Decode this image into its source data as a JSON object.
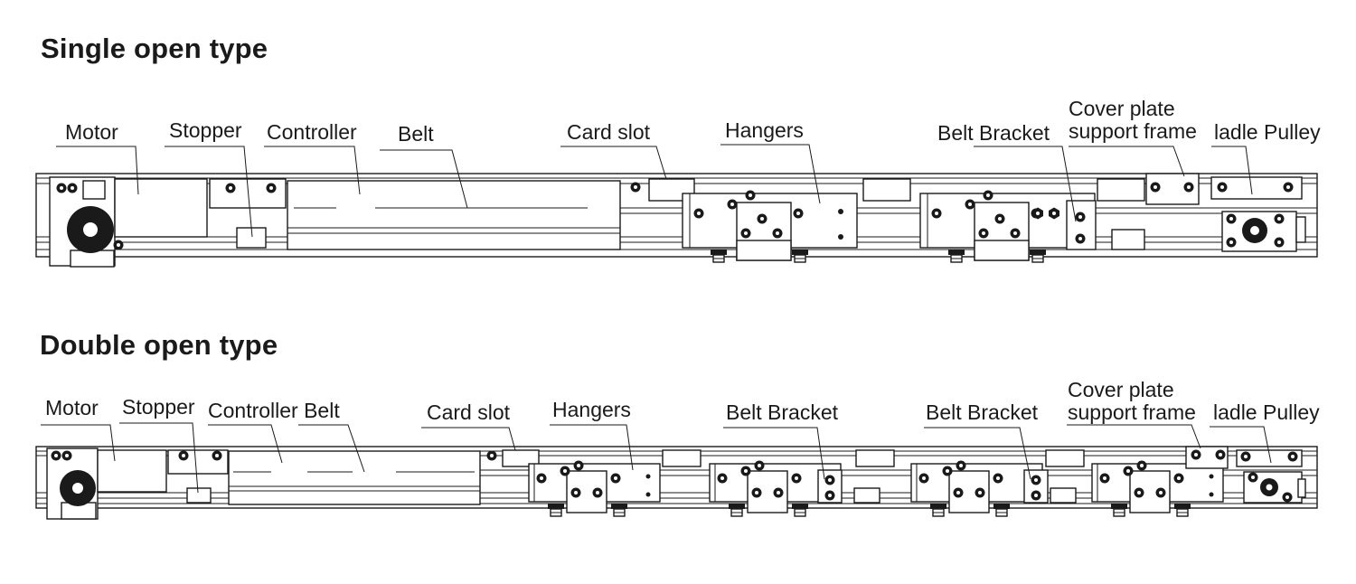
{
  "diagrams": [
    {
      "title": "Single open type",
      "labels": {
        "motor": "Motor",
        "stopper": "Stopper",
        "controller": "Controller",
        "belt": "Belt",
        "card_slot": "Card slot",
        "hangers": "Hangers",
        "belt_bracket": "Belt Bracket",
        "cover_plate": "Cover plate support frame",
        "idle_pulley": "ladle Pulley"
      }
    },
    {
      "title": "Double open type",
      "labels": {
        "motor": "Motor",
        "stopper": "Stopper",
        "controller_belt": "Controller Belt",
        "card_slot": "Card slot",
        "hangers": "Hangers",
        "belt_bracket_1": "Belt Bracket",
        "belt_bracket_2": "Belt Bracket",
        "cover_plate": "Cover plate support frame",
        "idle_pulley": "ladle Pulley"
      }
    }
  ],
  "colors": {
    "line": "#1a1a1a",
    "background": "#ffffff"
  }
}
